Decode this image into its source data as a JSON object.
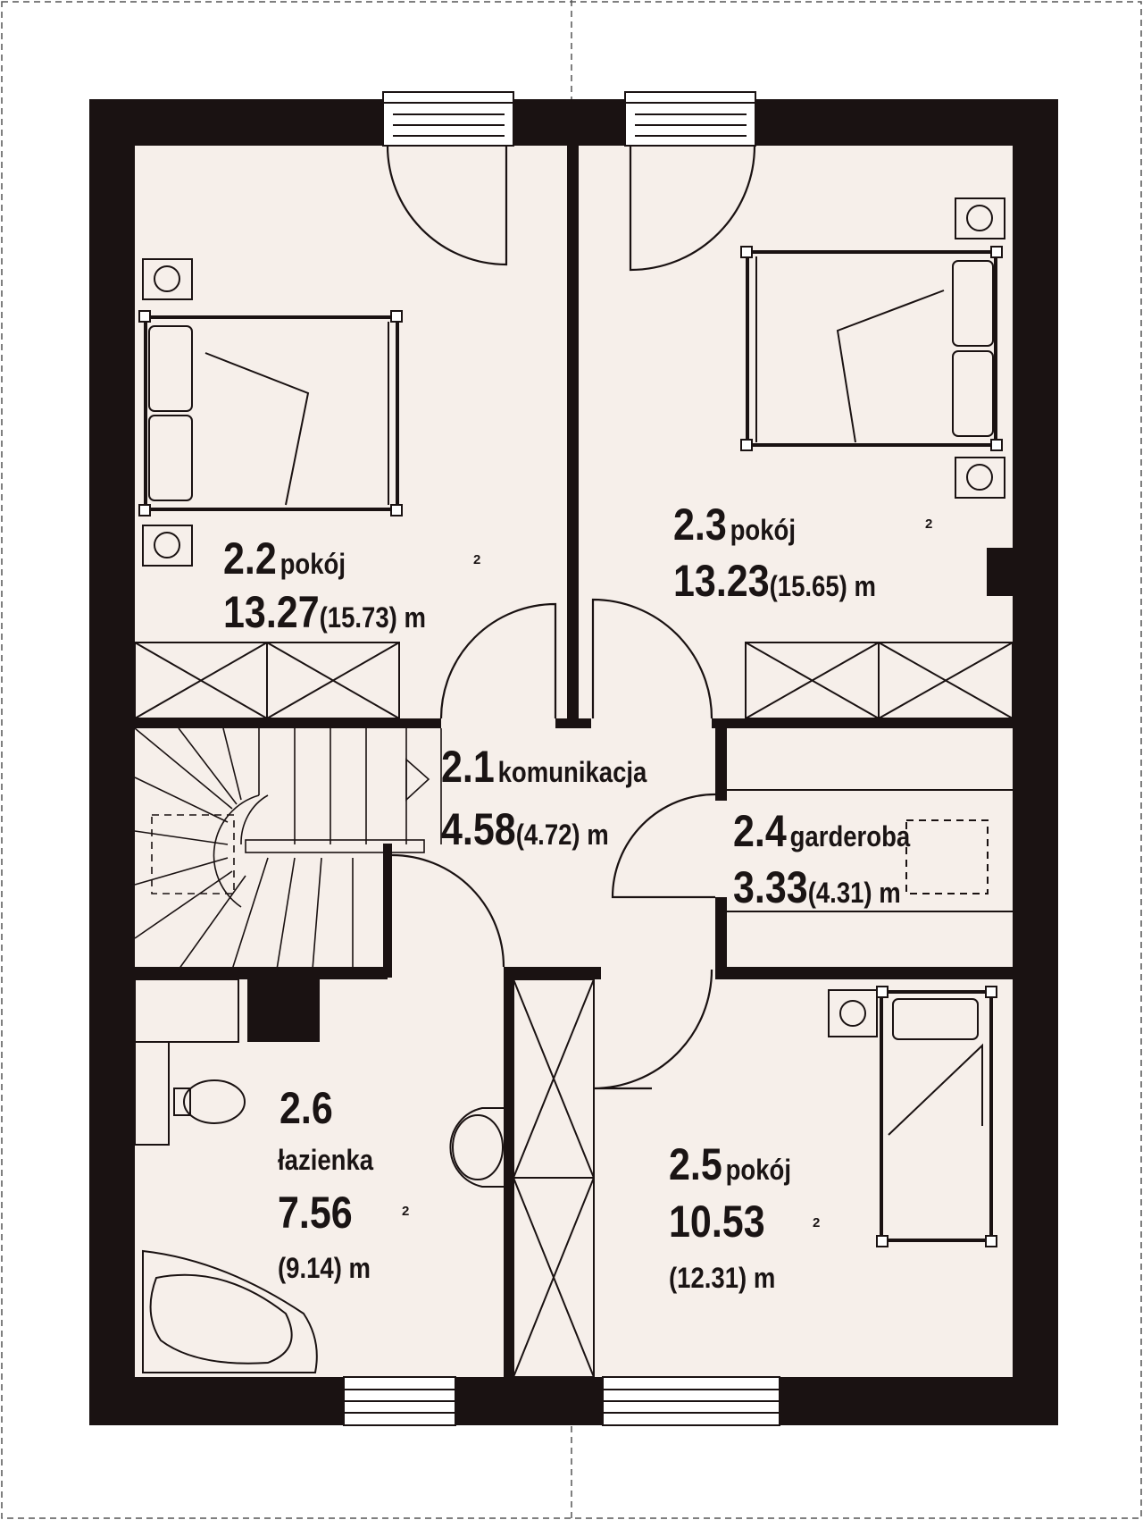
{
  "colors": {
    "floor": "#f6efea",
    "wall": "#1a1212",
    "line": "#1a1212"
  },
  "rooms": [
    {
      "id": "2.2",
      "name": "pokój",
      "area": "13.27",
      "gross": "(15.73) m",
      "sup": "2"
    },
    {
      "id": "2.3",
      "name": "pokój",
      "area": "13.23",
      "gross": "(15.65) m",
      "sup": "2"
    },
    {
      "id": "2.1",
      "name": "komunikacja",
      "area": "4.58",
      "gross": "(4.72) m"
    },
    {
      "id": "2.4",
      "name": "garderoba",
      "area": "3.33",
      "gross": "(4.31) m"
    },
    {
      "id": "2.6",
      "name": "łazienka",
      "area": "7.56",
      "gross": "(9.14) m",
      "sup": "2"
    },
    {
      "id": "2.5",
      "name": "pokój",
      "area": "10.53",
      "gross": "(12.31) m",
      "sup": "2"
    }
  ]
}
